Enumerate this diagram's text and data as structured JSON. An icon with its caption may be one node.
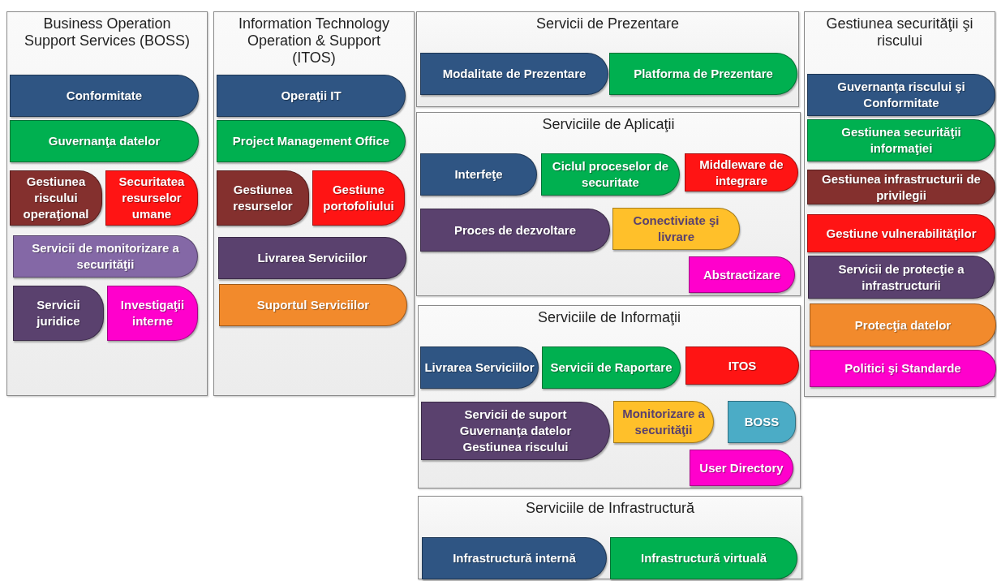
{
  "diagram": {
    "nodes": [
      {
        "text": [
          "Business Operation Support Services (BOSS)"
        ]
      },
      {
        "text": [
          "Conformitate"
        ],
        "in": 0
      },
      {
        "text": [
          "Guvernanţa datelor"
        ],
        "in": 0
      },
      {
        "text": [
          "Gestiunea riscului operaţional"
        ],
        "in": 0
      },
      {
        "text": [
          "Securitatea resurselor umane"
        ],
        "in": 0
      },
      {
        "text": [
          "Servicii de monitorizare a securităţii"
        ],
        "in": 0
      },
      {
        "text": [
          "Servicii juridice"
        ],
        "in": 0
      },
      {
        "text": [
          "Investigaţii interne"
        ],
        "in": 0
      },
      {
        "text": [
          "Information Technology Operation & Support (ITOS)"
        ]
      },
      {
        "text": [
          "Operaţii IT"
        ],
        "in": 8
      },
      {
        "text": [
          "Project Management Office"
        ],
        "in": 8
      },
      {
        "text": [
          "Gestiunea resurselor"
        ],
        "in": 8
      },
      {
        "text": [
          "Gestiune portofoliului"
        ],
        "in": 8
      },
      {
        "text": [
          "Livrarea Serviciilor"
        ],
        "in": 8
      },
      {
        "text": [
          "Suportul Serviciilor"
        ],
        "in": 8
      },
      {
        "text": [
          "Servicii de Prezentare"
        ]
      },
      {
        "text": [
          "Modalitate de Prezentare"
        ],
        "in": 15
      },
      {
        "text": [
          "Platforma de Prezentare"
        ],
        "in": 15
      },
      {
        "text": [
          "Serviciile de Aplicaţii"
        ]
      },
      {
        "text": [
          "Interfeţe"
        ],
        "in": 18
      },
      {
        "text": [
          "Ciclul proceselor de securitate"
        ],
        "in": 18
      },
      {
        "text": [
          "Middleware de integrare"
        ],
        "in": 18
      },
      {
        "text": [
          "Proces de dezvoltare"
        ],
        "in": 18
      },
      {
        "text": [
          "Conectiviate şi livrare"
        ],
        "in": 18
      },
      {
        "text": [
          "Abstractizare"
        ],
        "in": 18
      },
      {
        "text": [
          "Serviciile de Informaţii"
        ]
      },
      {
        "text": [
          "Livrarea Serviciilor"
        ],
        "in": 25
      },
      {
        "text": [
          "Servicii de Raportare"
        ],
        "in": 25
      },
      {
        "text": [
          "ITOS"
        ],
        "in": 25
      },
      {
        "text": [
          "Servicii de suport",
          "Guvernanţa datelor",
          "Gestiunea riscului"
        ],
        "in": 25
      },
      {
        "text": [
          "Monitorizare a securităţii"
        ],
        "in": 25
      },
      {
        "text": [
          "BOSS"
        ],
        "in": 25
      },
      {
        "text": [
          "User Directory"
        ],
        "in": 25
      },
      {
        "text": [
          "Serviciile de Infrastructură"
        ]
      },
      {
        "text": [
          "Infrastructură internă"
        ],
        "in": 33
      },
      {
        "text": [
          "Infrastructură virtuală"
        ],
        "in": 33
      },
      {
        "text": [
          "Gestiunea securităţii şi riscului"
        ]
      },
      {
        "text": [
          "Guvernanţa riscului şi Conformitate"
        ],
        "in": 36
      },
      {
        "text": [
          "Gestiunea securităţii informaţiei"
        ],
        "in": 36
      },
      {
        "text": [
          "Gestiunea infrastructurii de privilegii"
        ],
        "in": 36
      },
      {
        "text": [
          "Gestiune vulnerabilităţilor"
        ],
        "in": 36
      },
      {
        "text": [
          "Servicii de protecţie a infrastructurii"
        ],
        "in": 36
      },
      {
        "text": [
          "Protecţia datelor"
        ],
        "in": 36
      },
      {
        "text": [
          "Politici şi Standarde"
        ],
        "in": 36
      }
    ]
  }
}
